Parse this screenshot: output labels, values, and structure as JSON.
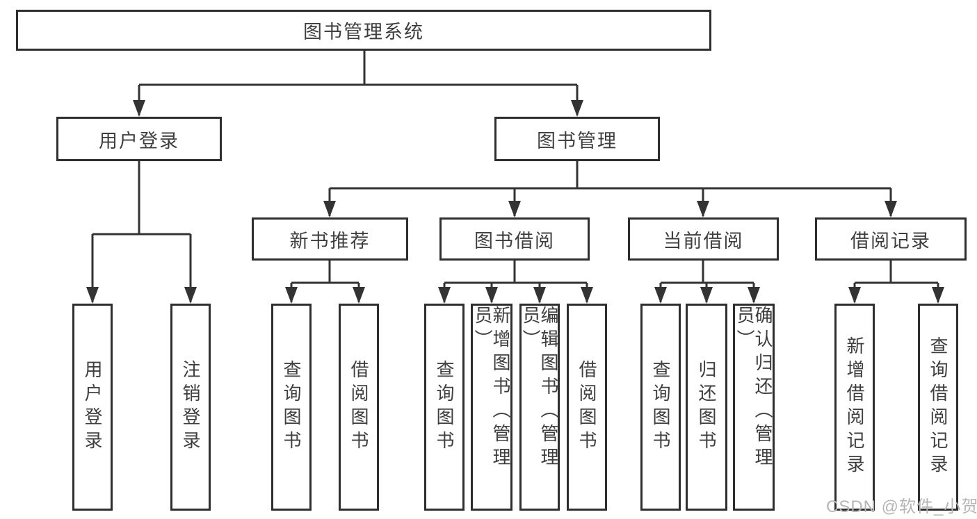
{
  "diagram": {
    "type": "hierarchy-diagram",
    "colors": {
      "line": "#333333",
      "border": "#2e2e2e",
      "text": "#3e3e3e",
      "background": "#ffffff",
      "watermark_text": "#b5b5b5"
    }
  },
  "tree": {
    "root": {
      "label": "图书管理系统"
    },
    "user_login": {
      "label": "用户登录",
      "children": [
        {
          "label": "用户登录"
        },
        {
          "label": "注销登录"
        }
      ]
    },
    "book_management": {
      "label": "图书管理",
      "children": [
        {
          "label": "新书推荐",
          "children": [
            {
              "label": "查询图书"
            },
            {
              "label": "借阅图书"
            }
          ]
        },
        {
          "label": "图书借阅",
          "children": [
            {
              "label": "查询图书"
            },
            {
              "label": "新增图书（管理员）"
            },
            {
              "label": "编辑图书（管理员）"
            },
            {
              "label": "借阅图书"
            }
          ]
        },
        {
          "label": "当前借阅",
          "children": [
            {
              "label": "查询图书"
            },
            {
              "label": "归还图书"
            },
            {
              "label": "确认归还（管理员）"
            }
          ]
        },
        {
          "label": "借阅记录",
          "children": [
            {
              "label": "新增借阅记录"
            },
            {
              "label": "查询借阅记录"
            }
          ]
        }
      ]
    }
  },
  "watermark": {
    "text": "CSDN @软件_小贺同学"
  }
}
